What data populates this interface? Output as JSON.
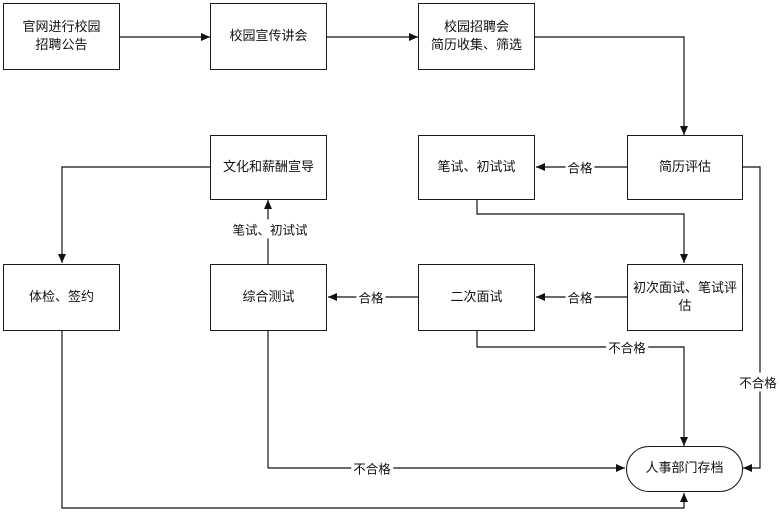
{
  "nodes": {
    "official_site_notice": "官网进行校园\n招聘公告",
    "campus_seminar": "校园宣传讲会",
    "resume_collection": "校园招聘会\n简历收集、筛选",
    "resume_evaluation": "简历评估",
    "written_first_interview": "笔试、初试试",
    "culture_salary_guidance": "文化和薪酬宣导",
    "first_interview_written_eval": "初次面试、笔试评估",
    "second_interview": "二次面试",
    "comprehensive_test": "综合测试",
    "medical_sign": "体检、签约",
    "hr_archive": "人事部门存档"
  },
  "edge_labels": {
    "pass_eval_to_written": "合格",
    "pass_first_to_second": "合格",
    "pass_second_to_comprehensive": "合格",
    "comprehensive_to_culture": "笔试、初试试",
    "fail_second": "不合格",
    "fail_resume": "不合格",
    "fail_comprehensive": "不合格"
  }
}
